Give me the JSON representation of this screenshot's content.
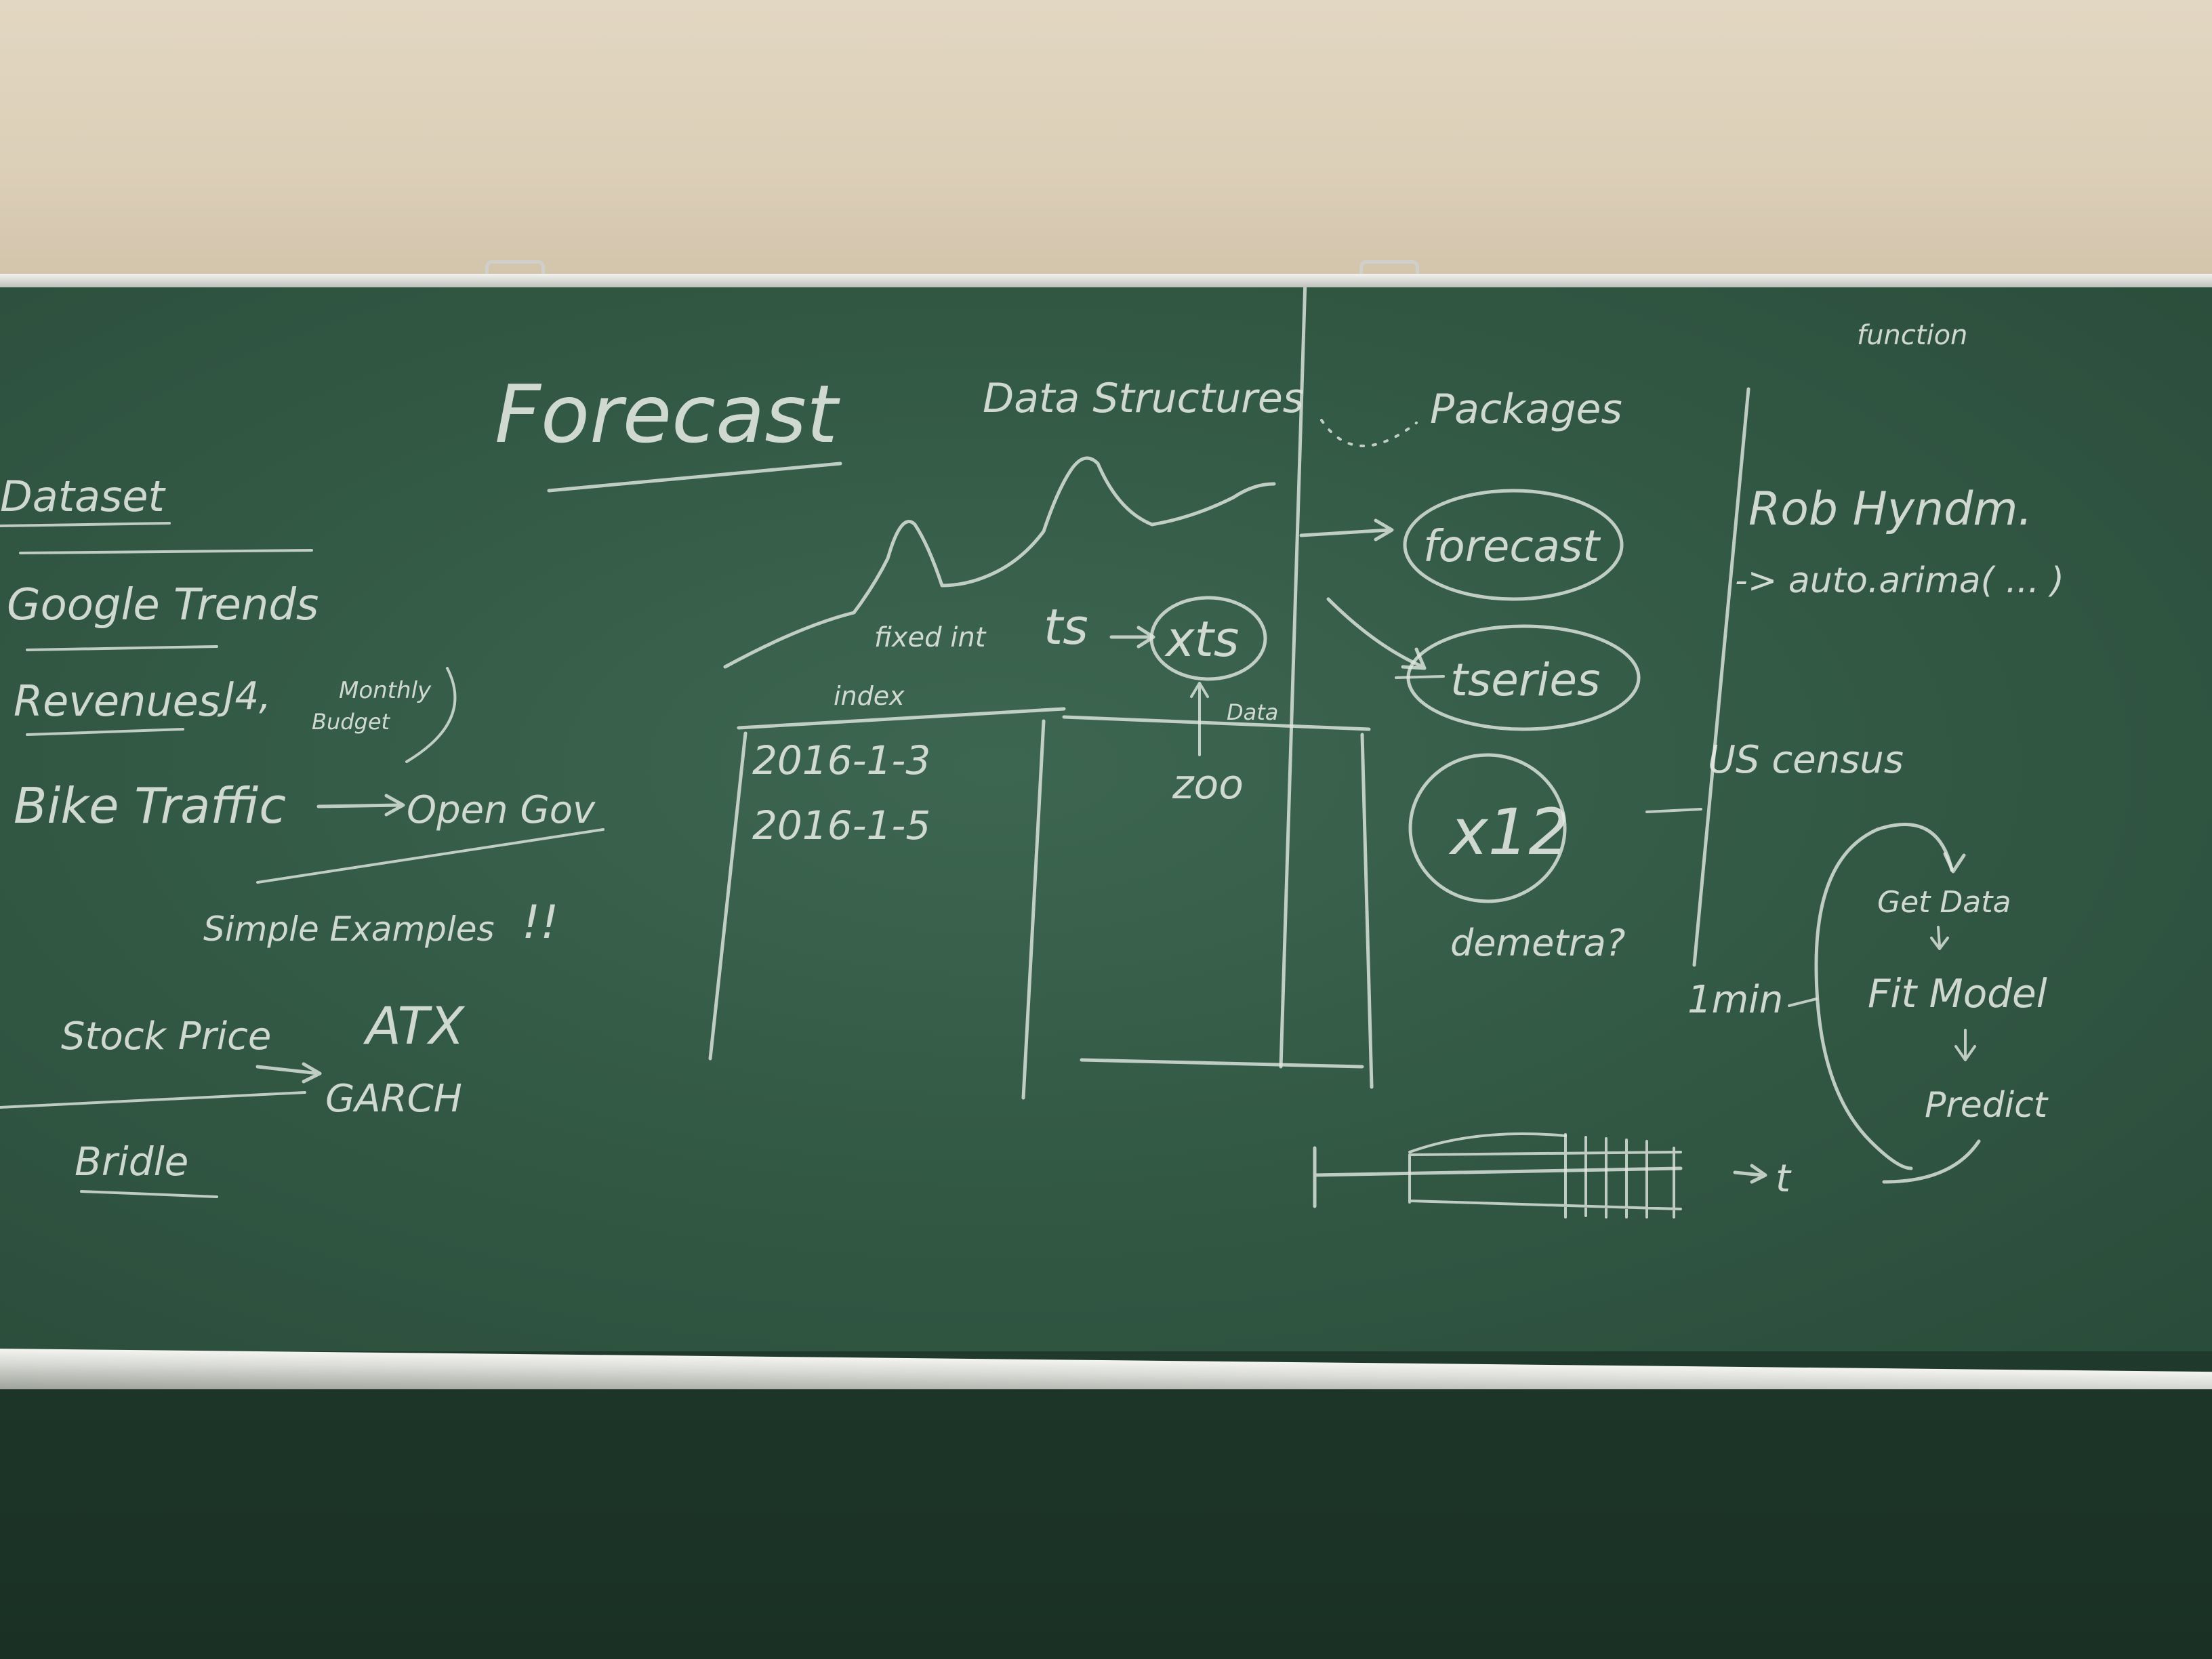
{
  "board": {
    "left_column": {
      "dataset": "Dataset",
      "google_trends": "Google Trends",
      "revenues": "Revenues",
      "j_fragment": "J4,",
      "monthly": "Monthly",
      "budget": "Budget",
      "bike_traffic": "Bike Traffic",
      "open_gov": "Open Gov",
      "simple_examples": "Simple Examples",
      "exclaim": "!!",
      "stock_price": "Stock Price",
      "atx": "ATX",
      "garch": "GARCH",
      "bridle": "Bridle"
    },
    "center": {
      "title": "Forecast",
      "data_structures": "Data Structures",
      "fixed_int": "fixed int",
      "index": "index",
      "ts": "ts",
      "xts": "xts",
      "data_label": "Data",
      "date_1": "2016-1-3",
      "date_2": "2016-1-5",
      "zoo": "zoo"
    },
    "packages": {
      "heading": "Packages",
      "forecast": "forecast",
      "tseries": "tseries",
      "x12": "x12",
      "demetra": "demetra?"
    },
    "right_column": {
      "function": "function",
      "author": "Rob Hyndm.",
      "auto_arima": "-> auto.arima( ... )",
      "us_census": "US census",
      "one_min": "1min",
      "get_data": "Get Data",
      "fit_model": "Fit Model",
      "predict": "Predict",
      "t_label": "t"
    }
  }
}
